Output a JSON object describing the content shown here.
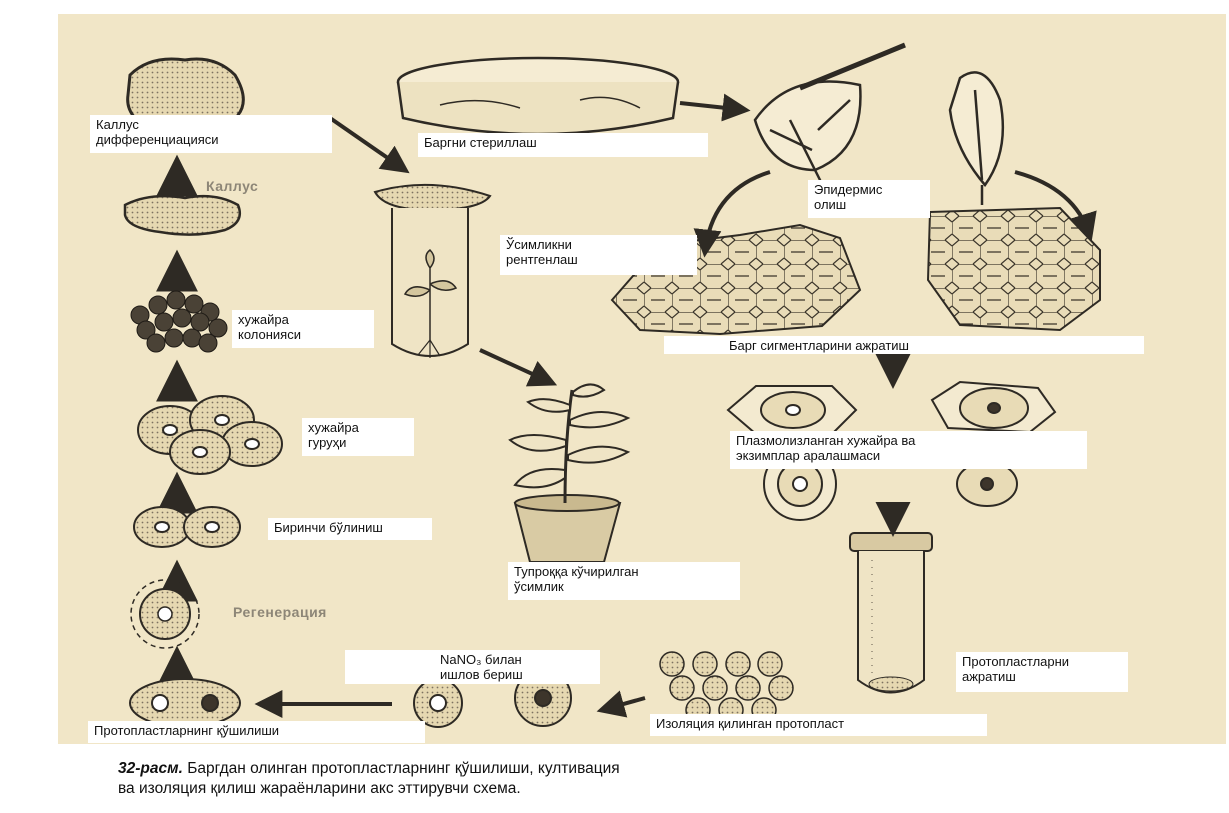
{
  "labels": {
    "callus_diff": "Каллус\nдифференциацияси",
    "callus": "Каллус",
    "colony": "хужайра\nколонияси",
    "group": "хужайра\nгуруҳи",
    "first_division": "Биринчи бўлиниш",
    "regeneration": "Регенерация",
    "fusion": "Протопластларнинг қўшилиши",
    "nano3": "NaNO₃  билан\nишлов бериш",
    "isolated": "Изоляция қилинган протопласт",
    "separate_protoplasts": "Протопластларни\nажратиш",
    "plasmolyzed": "Плазмолизланган хужайра ва\nэкзимплар аралашмаси",
    "segments": "Барг сигментларини ажратиш",
    "epidermis": "Эпидермис\nолиш",
    "sterilize": "Баргни стериллаш",
    "xray": "Ўсимликни\nрентгенлаш",
    "transplant": "Тупроққа кўчирилган\nўсимлик"
  },
  "caption": {
    "number": "32-расм.",
    "text": " Баргдан олинган протопластларнинг қўшилиши, култивация\nва изоляция қилиш жараёнларини акс эттирувчи схема."
  },
  "colors": {
    "paper": "#f1e6c7",
    "ink": "#2e2a24"
  }
}
